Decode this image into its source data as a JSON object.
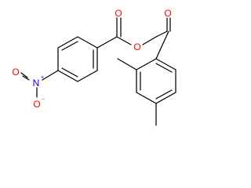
{
  "structure": {
    "atom_labels": {
      "ester_oxygen_carbonyl": "O",
      "ester_oxygen_bridge": "O",
      "ketone_oxygen": "O",
      "nitro_nitrogen": "N",
      "nitro_nitrogen_charge": "+",
      "nitro_oxygen_double": "O",
      "nitro_oxygen_single": "O",
      "nitro_oxygen_charge": "−"
    },
    "colors": {
      "bond": "#000000",
      "carbon_text": "#000000",
      "oxygen": "#ff0000",
      "nitrogen": "#0000ff"
    }
  }
}
